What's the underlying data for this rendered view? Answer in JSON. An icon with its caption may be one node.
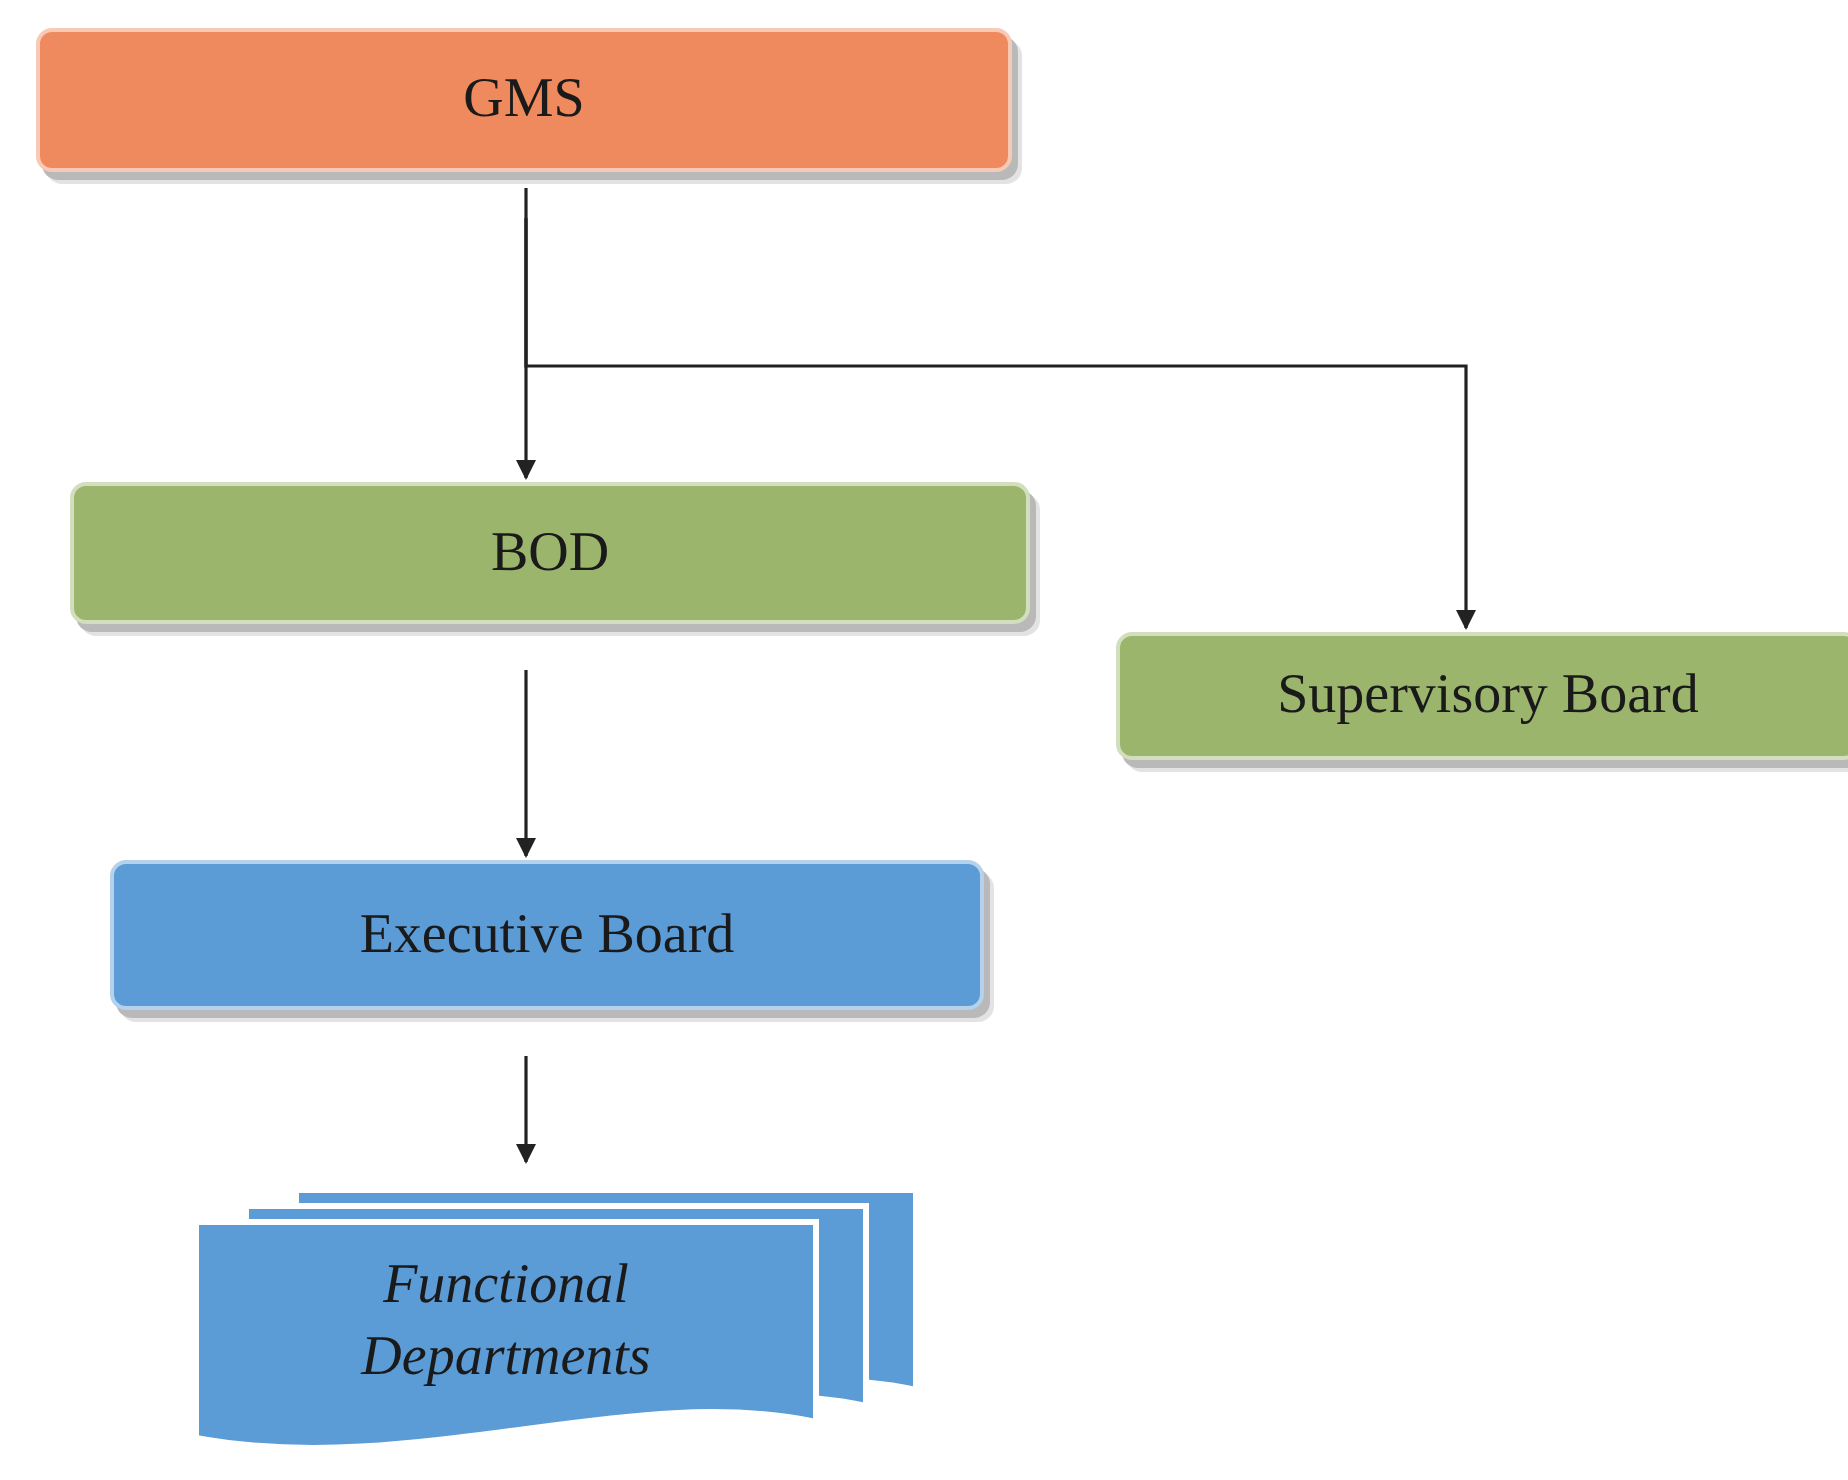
{
  "diagram": {
    "nodes": [
      {
        "text": [
          "GMS"
        ]
      },
      {
        "text": [
          "BOD"
        ]
      },
      {
        "text": [
          "Supervisory Board"
        ]
      },
      {
        "text": [
          "Executive Board"
        ]
      },
      {
        "text": [
          "Functional Departments"
        ]
      }
    ],
    "edges": [
      {
        "from": 0,
        "to": 1,
        "arrow": "to"
      },
      {
        "from": 0,
        "to": 2,
        "arrow": "to"
      },
      {
        "from": 1,
        "to": 3,
        "arrow": "to"
      },
      {
        "from": 3,
        "to": 4,
        "arrow": "to"
      }
    ]
  }
}
